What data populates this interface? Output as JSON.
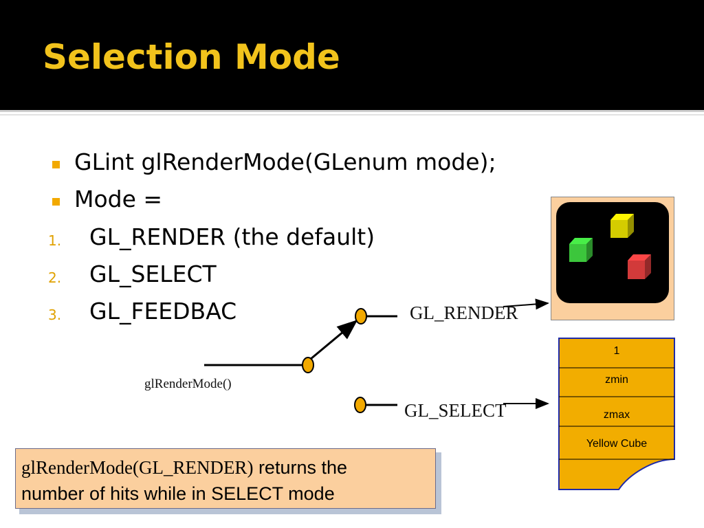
{
  "slide": {
    "title": "Selection Mode",
    "bullets": [
      "GLint glRenderMode(GLenum mode);",
      "Mode ="
    ],
    "numbered": [
      {
        "num": "1.",
        "text": "GL_RENDER (the default)"
      },
      {
        "num": "2.",
        "text": "GL_SELECT"
      },
      {
        "num": "3.",
        "text": "GL_FEEDBAC"
      }
    ]
  },
  "diagram": {
    "function_label": "glRenderMode()",
    "render_label": "GL_RENDER",
    "select_label": "GL_SELECT",
    "hit_record": [
      "1",
      "zmin",
      "zmax",
      "Yellow Cube"
    ],
    "cubes": [
      {
        "name": "green",
        "color": "#3cc63c"
      },
      {
        "name": "yellow",
        "color": "#d4cc00"
      },
      {
        "name": "red",
        "color": "#d23a3a"
      }
    ],
    "switch_color": "#f2a900"
  },
  "note": {
    "part1": "glRenderMode(GL_RENDER)",
    "part2": " returns the",
    "line2": "number of hits while in SELECT mode"
  }
}
